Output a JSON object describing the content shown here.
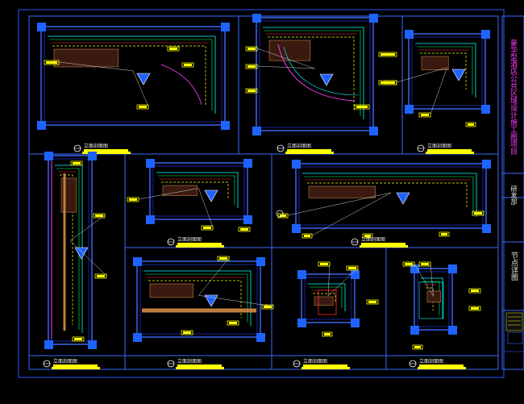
{
  "canvas": {
    "background": "#000000",
    "frame_color": "#2f54ff",
    "panel_border_color": "#3c6bff",
    "grip_color": "#1e63ff",
    "accent_yellow": "#ffff00",
    "accent_magenta": "#ff40ff",
    "accent_cyan": "#00ffff",
    "accent_red": "#ff2a2a",
    "accent_green": "#00ff66"
  },
  "title_block": {
    "project_name": "豪华型酒店公共区域设计施工图项目",
    "detail_label": "节点详图",
    "side_label": "研发部"
  },
  "panels": [
    {
      "id": "p1",
      "caption": "立面剖面图"
    },
    {
      "id": "p2",
      "caption": "立面剖面图"
    },
    {
      "id": "p3",
      "caption": "立面剖面图"
    },
    {
      "id": "p4",
      "caption": "立面剖面图"
    },
    {
      "id": "p5",
      "caption": "立面剖面图"
    },
    {
      "id": "p6",
      "caption": "立面剖面图"
    },
    {
      "id": "p7",
      "caption": "立面剖面图"
    },
    {
      "id": "p8",
      "caption": "立面剖面图"
    },
    {
      "id": "p9",
      "caption": "立面剖面图"
    }
  ],
  "icons": [
    "grip-handle-icon",
    "ucs-triangle-icon",
    "section-marker-icon"
  ]
}
